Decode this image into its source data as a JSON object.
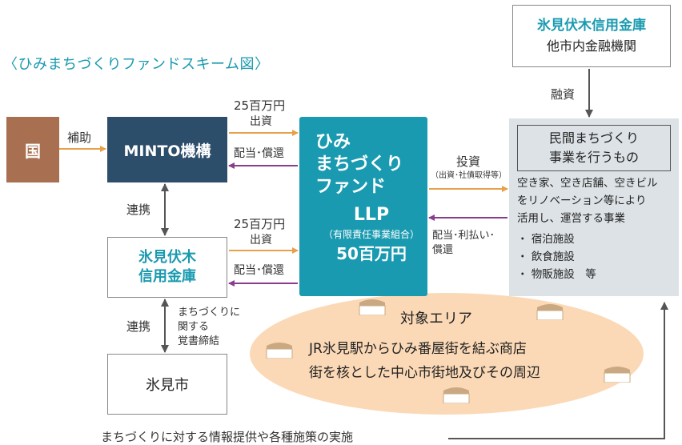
{
  "title": "〈ひみまちづくりファンドスキーム図〉",
  "colors": {
    "navy": "#2d4e6b",
    "teal": "#1a9ab0",
    "brown": "#a87050",
    "orange_arrow": "#e8a04a",
    "purple_arrow": "#8a3d8a",
    "blue_text": "#1a9ab0",
    "area_fill": "#fbd9b6",
    "grey_box": "#dde2e6"
  },
  "nodes": {
    "kuni": "国",
    "minto": "MINTO機構",
    "fund": {
      "name_lines": [
        "ひみ",
        "まちづくり",
        "ファンド"
      ],
      "llp": "LLP",
      "sub": "（有限責任事業組合）",
      "amount": "50百万円"
    },
    "bank_left": {
      "line1": "氷見伏木",
      "line2": "信用金庫"
    },
    "bank_top": {
      "name": "氷見伏木信用金庫",
      "sub": "他市内金融機関"
    },
    "city": "氷見市",
    "private": {
      "title_line1": "民間まちづくり",
      "title_line2": "事業を行うもの",
      "desc": [
        "空き家、空き店舗、空きビル",
        "をリノベーション等により",
        "活用し、運営する事業"
      ],
      "items": [
        "・ 宿泊施設",
        "・ 飲食施設",
        "・ 物販施設　等"
      ]
    }
  },
  "labels": {
    "hojo": "補助",
    "renkei1": "連携",
    "renkei2": "連携",
    "investment_top_amount": "25百万円",
    "investment_top_shusshi": "出資",
    "dividend_top": "配当･償還",
    "investment_bottom_amount": "25百万円",
    "investment_bottom_shusshi": "出資",
    "dividend_bottom": "配当･償還",
    "toshi": "投資",
    "toshi_sub": "（出資･社債取得等）",
    "return_line1": "配当･利払い･",
    "return_line2": "償還",
    "yushi": "融資",
    "agreement": [
      "まちづくりに",
      "関する",
      "覚書締結"
    ],
    "bottom_note": "まちづくりに対する情報提供や各種施策の実施"
  },
  "area": {
    "title": "対象エリア",
    "line1": "JR氷見駅からひみ番屋街を結ぶ商店",
    "line2": "街を核とした中心市街地及びその周辺"
  }
}
